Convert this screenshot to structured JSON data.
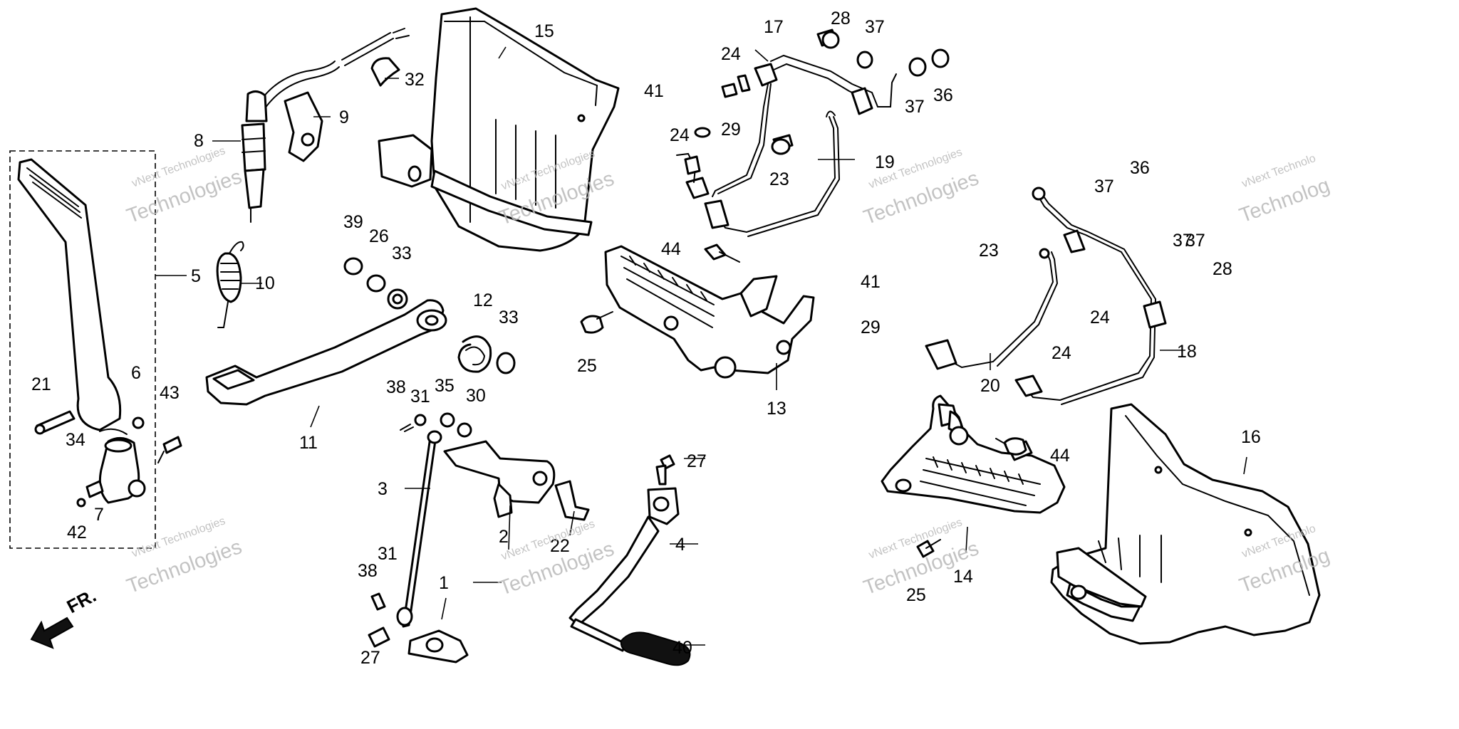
{
  "diagram": {
    "callouts": [
      "1",
      "2",
      "3",
      "4",
      "5",
      "6",
      "7",
      "8",
      "9",
      "10",
      "11",
      "12",
      "13",
      "14",
      "15",
      "16",
      "17",
      "18",
      "19",
      "20",
      "21",
      "22",
      "23",
      "23",
      "24",
      "24",
      "24",
      "24",
      "25",
      "25",
      "26",
      "27",
      "27",
      "28",
      "28",
      "29",
      "29",
      "30",
      "31",
      "31",
      "32",
      "33",
      "33",
      "34",
      "35",
      "36",
      "36",
      "37",
      "37",
      "37",
      "37",
      "37",
      "38",
      "38",
      "39",
      "40",
      "41",
      "41",
      "42",
      "43",
      "44",
      "44"
    ],
    "direction_label": "FR.",
    "watermark": {
      "brand_small": "vNext Technologies",
      "brand_small_cut": "vNext Technolo",
      "brand_big": "Technologies",
      "brand_big_cut": "Technolog"
    }
  }
}
